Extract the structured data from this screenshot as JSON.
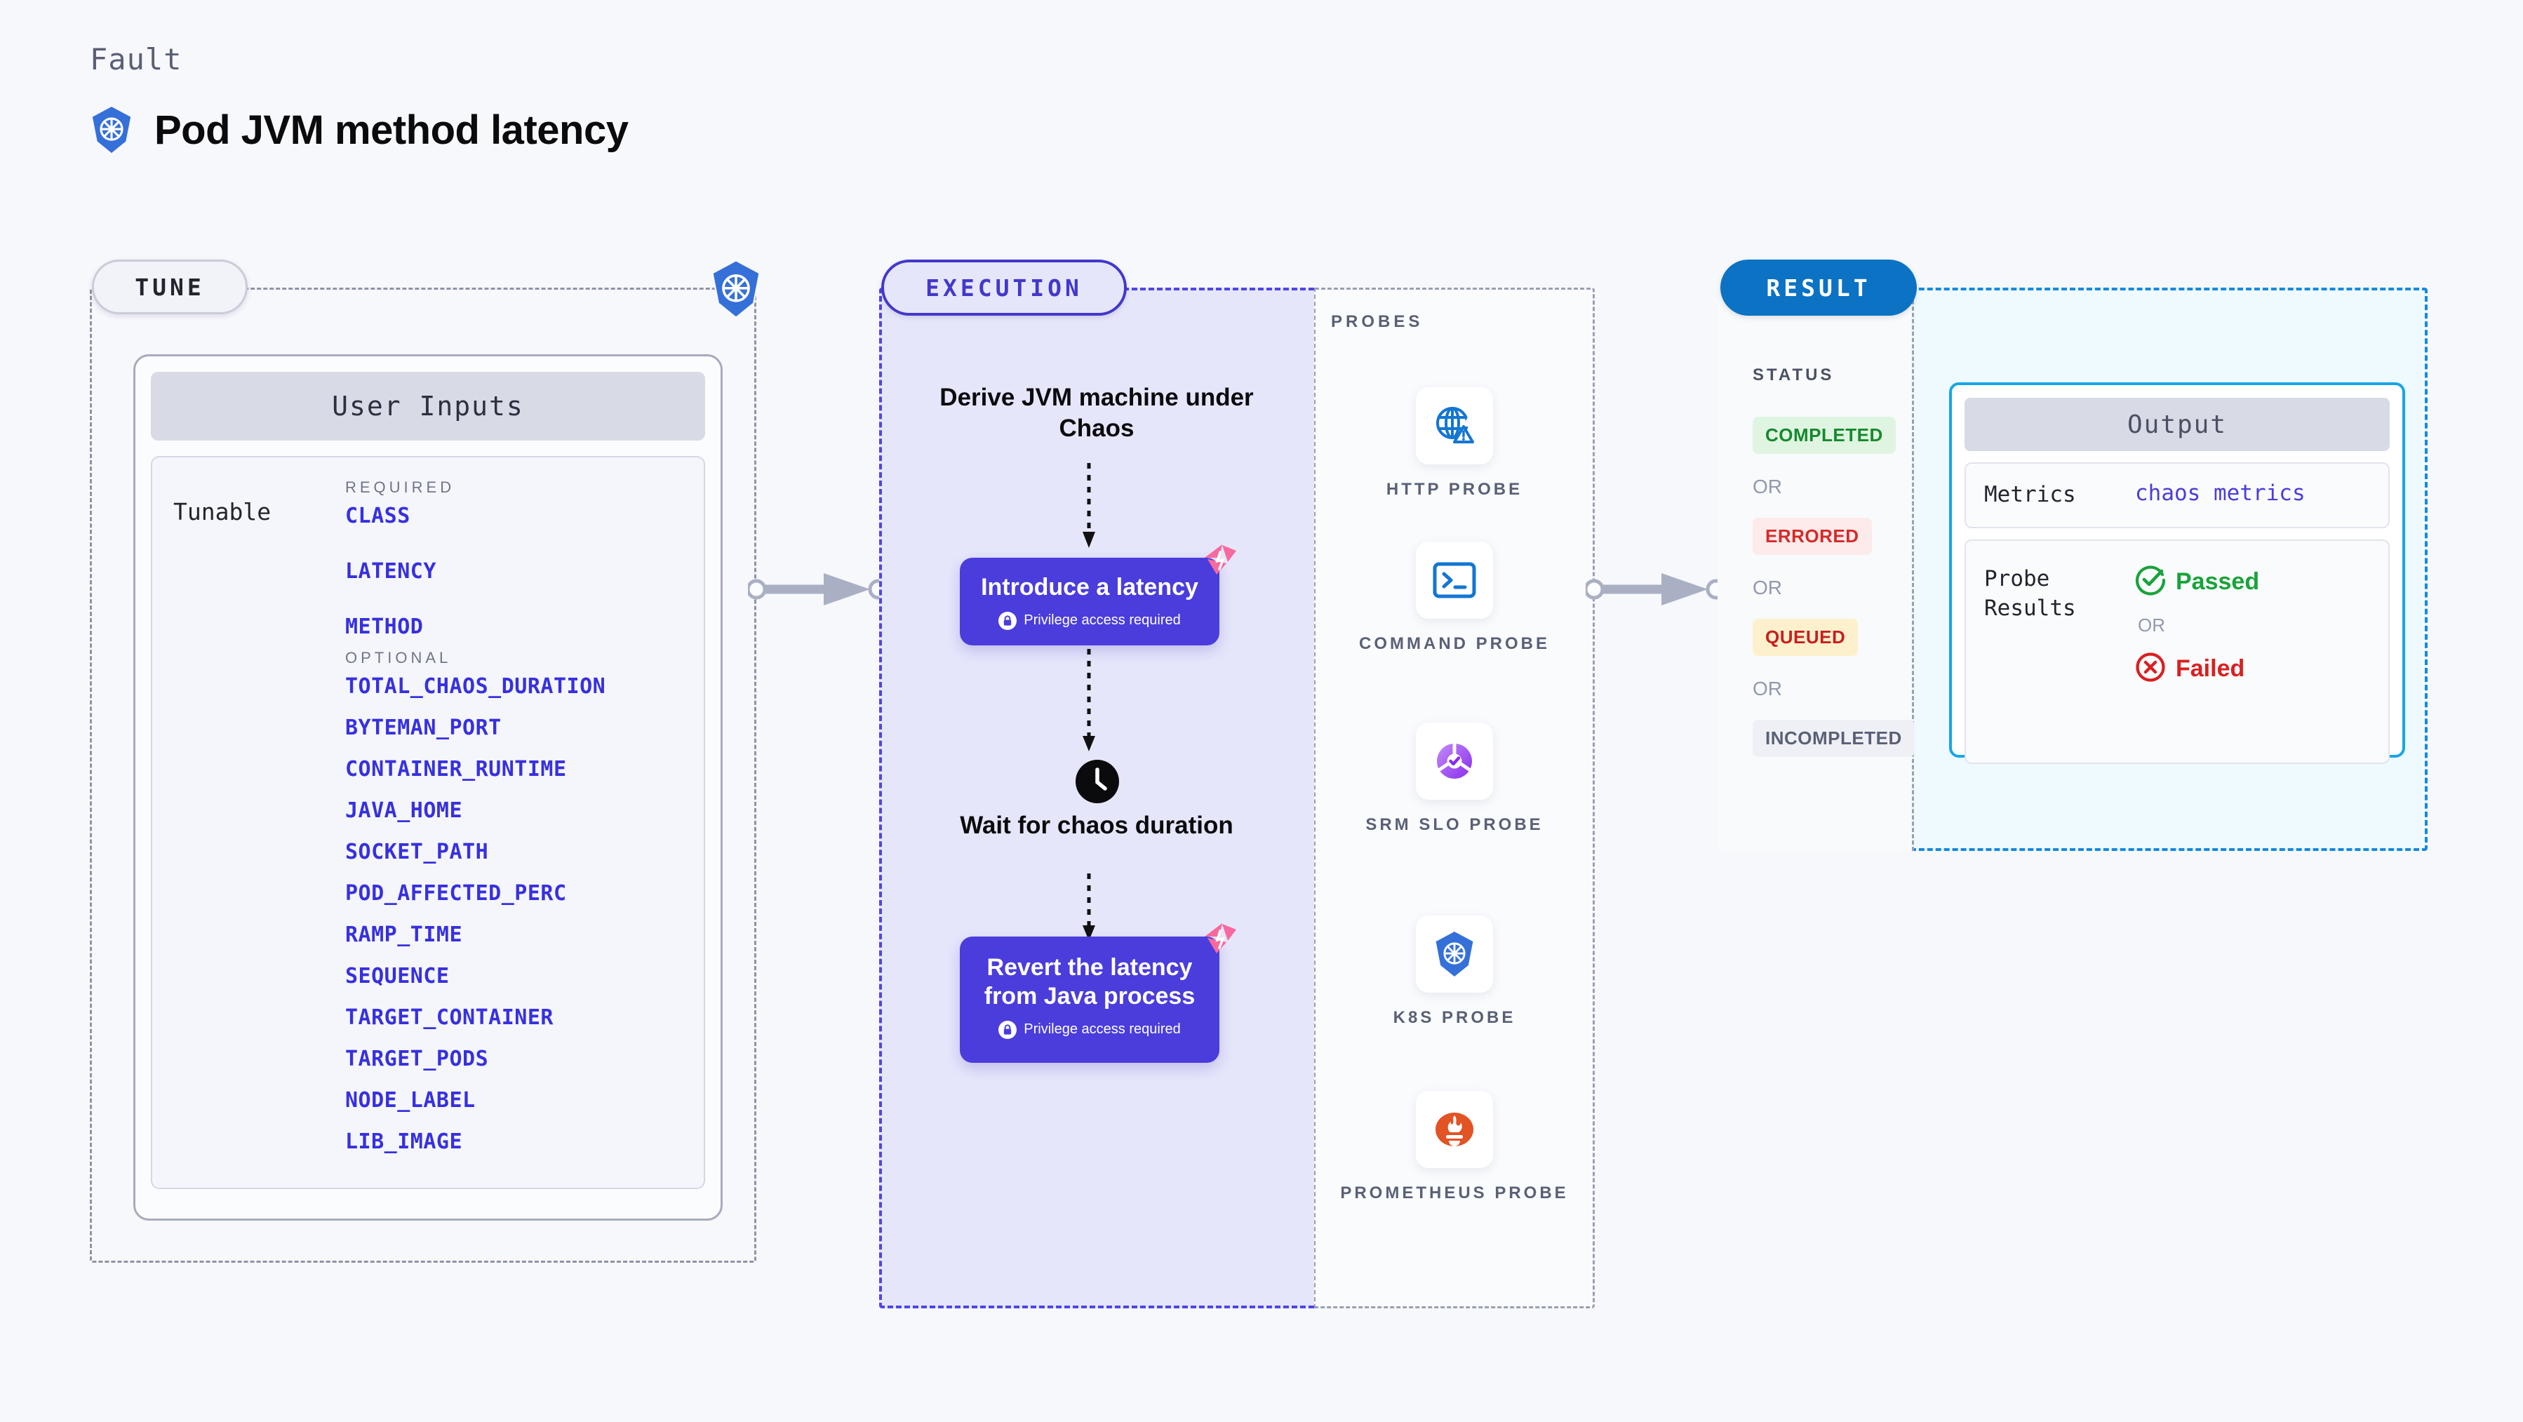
{
  "header": {
    "eyebrow": "Fault",
    "title": "Pod JVM method latency",
    "icon": "kubernetes-icon"
  },
  "tune": {
    "pill_label": "TUNE",
    "badge_icon": "kubernetes-icon",
    "card_header": "User Inputs",
    "tunable_label": "Tunable",
    "required_label": "REQUIRED",
    "required": [
      "CLASS",
      "LATENCY",
      "METHOD"
    ],
    "optional_label": "OPTIONAL",
    "optional": [
      "TOTAL_CHAOS_DURATION",
      "BYTEMAN_PORT",
      "CONTAINER_RUNTIME",
      "JAVA_HOME",
      "SOCKET_PATH",
      "POD_AFFECTED_PERC",
      "RAMP_TIME",
      "SEQUENCE",
      "TARGET_CONTAINER",
      "TARGET_PODS",
      "NODE_LABEL",
      "LIB_IMAGE"
    ]
  },
  "execution": {
    "pill_label": "EXECUTION",
    "step1_text": "Derive JVM machine under Chaos",
    "card1": {
      "title": "Introduce a latency",
      "privilege": "Privilege access required",
      "lock_icon": "lock-icon",
      "fault_icon": "litmus-fault-icon"
    },
    "wait_icon": "clock-icon",
    "wait_text": "Wait for chaos duration",
    "card2": {
      "title": "Revert the latency from Java process",
      "privilege": "Privilege access required",
      "lock_icon": "lock-icon",
      "fault_icon": "litmus-fault-icon"
    }
  },
  "probes": {
    "section_label": "PROBES",
    "items": [
      {
        "label": "HTTP PROBE",
        "icon": "globe-warning-icon"
      },
      {
        "label": "COMMAND PROBE",
        "icon": "terminal-icon"
      },
      {
        "label": "SRM SLO PROBE",
        "icon": "srm-slo-icon"
      },
      {
        "label": "K8S PROBE",
        "icon": "kubernetes-icon"
      },
      {
        "label": "PROMETHEUS PROBE",
        "icon": "prometheus-icon"
      }
    ]
  },
  "result": {
    "pill_label": "RESULT",
    "status_label": "STATUS",
    "or_label": "OR",
    "statuses": [
      {
        "label": "COMPLETED",
        "bg": "#dff5e1",
        "fg": "#16892d"
      },
      {
        "label": "ERRORED",
        "bg": "#fdeaea",
        "fg": "#d42a2a"
      },
      {
        "label": "QUEUED",
        "bg": "#fdf0cc",
        "fg": "#c71f1f"
      },
      {
        "label": "INCOMPLETED",
        "bg": "#eef0f5",
        "fg": "#5a6076"
      }
    ],
    "output": {
      "header": "Output",
      "metrics_label": "Metrics",
      "metrics_value": "chaos metrics",
      "probe_results_label": "Probe Results",
      "passed_label": "Passed",
      "passed_icon": "check-circle-icon",
      "or_label": "OR",
      "failed_label": "Failed",
      "failed_icon": "x-circle-icon"
    }
  },
  "colors": {
    "accent_purple": "#4a3ddb",
    "accent_blue": "#0b72c4",
    "accent_cyan": "#17a6e8",
    "fault_pink": "#f8699d",
    "k8s_blue": "#3570d8"
  }
}
